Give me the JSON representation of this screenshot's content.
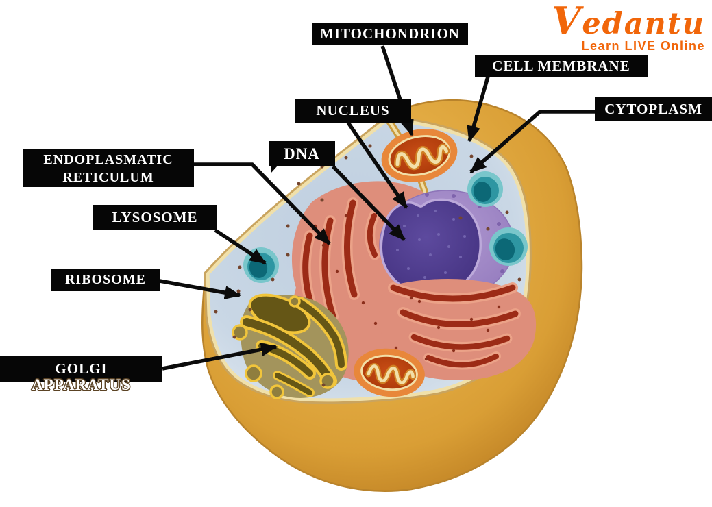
{
  "brand": {
    "name": "Vedantu",
    "tagline": "Learn LIVE Online",
    "color": "#F1660A"
  },
  "labels": {
    "mitochondrion": "MITOCHONDRION",
    "cell_membrane": "CELL MEMBRANE",
    "cytoplasm": "CYTOPLASM",
    "nucleus": "NUCLEUS",
    "dna": "DNA",
    "endoplasmatic_reticulum": "ENDOPLASMATIC RETICULUM",
    "lysosome": "LYSOSOME",
    "ribosome": "RIBOSOME",
    "golgi_line1": "GOLGI",
    "golgi_line2": "APPARATUS"
  },
  "label_style": {
    "background": "#060606",
    "text_color": "#ffffff"
  },
  "cell_colors": {
    "membrane_gold": "#DFA63A",
    "membrane_edge": "#BC7E22",
    "cut_rim_cream": "#F0E0AA",
    "cytoplasm_blue": "#C3D2E1",
    "nucleus_outer_purple": "#A68FC8",
    "nucleus_inner_purple": "#4B3889",
    "er_salmon": "#DE8E7B",
    "er_groove_red": "#9C2B16",
    "golgi_yellow": "#F1C53B",
    "golgi_olive": "#655616",
    "mitochondrion_orange": "#E8873A",
    "mitochondrion_inner": "#BB3F12",
    "cristae_cream": "#F2DFA8",
    "lysosome_teal": "#2E96A2",
    "lysosome_dark": "#0C6876",
    "ribosome_dot_brown": "#74452E",
    "arrow_black": "#0B0B0B"
  }
}
